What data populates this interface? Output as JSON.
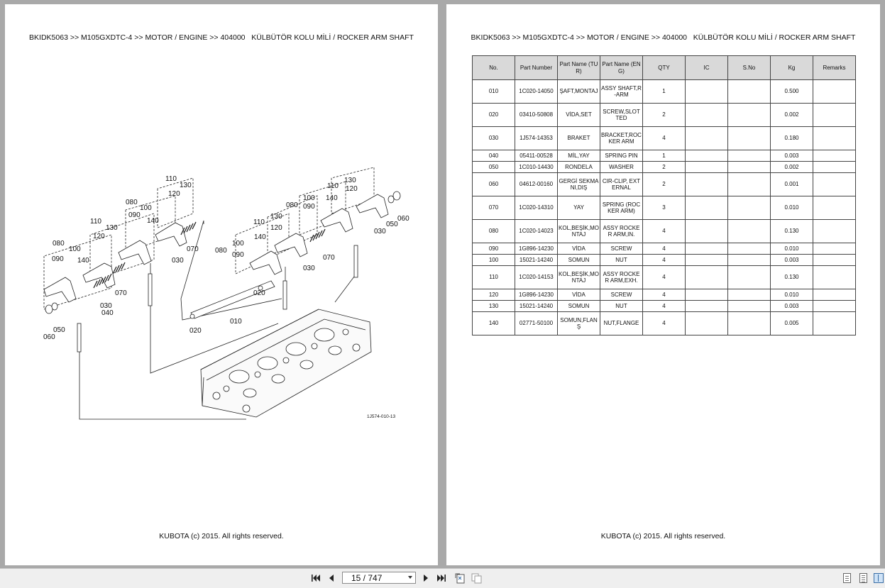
{
  "header_text": "BKIDK5063 >> M105GXDTC-4 >> MOTOR / ENGINE >> 404000   KÜLBÜTÖR KOLU MİLİ / ROCKER ARM SHAFT",
  "footer_text": "KUBOTA (c) 2015. All rights reserved.",
  "diagram": {
    "image_code": "1J574-010-13",
    "callouts": [
      "010",
      "020",
      "030",
      "040",
      "050",
      "060",
      "070",
      "080",
      "090",
      "100",
      "110",
      "120",
      "130",
      "140"
    ]
  },
  "table": {
    "headers": [
      "No.",
      "Part Number",
      "Part Name (TUR)",
      "Part Name (ENG)",
      "QTY",
      "IC",
      "S.No",
      "Kg",
      "Remarks"
    ],
    "rows": [
      [
        "010",
        "1C020-14050",
        "ŞAFT,MONTAJ",
        "ASSY SHAFT,R-ARM",
        "1",
        "",
        "",
        "0.500",
        ""
      ],
      [
        "020",
        "03410-50808",
        "VİDA,SET",
        "SCREW,SLOTTED",
        "2",
        "",
        "",
        "0.002",
        ""
      ],
      [
        "030",
        "1J574-14353",
        "BRAKET",
        "BRACKET,ROCKER ARM",
        "4",
        "",
        "",
        "0.180",
        ""
      ],
      [
        "040",
        "05411-00528",
        "MİL,YAY",
        "SPRING PIN",
        "1",
        "",
        "",
        "0.003",
        ""
      ],
      [
        "050",
        "1C010-14430",
        "RONDELA",
        "WASHER",
        "2",
        "",
        "",
        "0.002",
        ""
      ],
      [
        "060",
        "04612-00160",
        "GERGİ SEKMANI,DIŞ",
        "CIR-CLIP, EXTERNAL",
        "2",
        "",
        "",
        "0.001",
        ""
      ],
      [
        "070",
        "1C020-14310",
        "YAY",
        "SPRING (ROCKER ARM)",
        "3",
        "",
        "",
        "0.010",
        ""
      ],
      [
        "080",
        "1C020-14023",
        "KOL,BEŞİK,MONTAJ",
        "ASSY ROCKER ARM,IN.",
        "4",
        "",
        "",
        "0.130",
        ""
      ],
      [
        "090",
        "1G896-14230",
        "VİDA",
        "SCREW",
        "4",
        "",
        "",
        "0.010",
        ""
      ],
      [
        "100",
        "15021-14240",
        "SOMUN",
        "NUT",
        "4",
        "",
        "",
        "0.003",
        ""
      ],
      [
        "110",
        "1C020-14153",
        "KOL,BEŞİK,MONTAJ",
        "ASSY ROCKER ARM,EXH.",
        "4",
        "",
        "",
        "0.130",
        ""
      ],
      [
        "120",
        "1G896-14230",
        "VİDA",
        "SCREW",
        "4",
        "",
        "",
        "0.010",
        ""
      ],
      [
        "130",
        "15021-14240",
        "SOMUN",
        "NUT",
        "4",
        "",
        "",
        "0.003",
        ""
      ],
      [
        "140",
        "02771-50100",
        "SOMUN,FLANŞ",
        "NUT,FLANGE",
        "4",
        "",
        "",
        "0.005",
        ""
      ]
    ]
  },
  "toolbar": {
    "page_display": "15 / 747"
  }
}
